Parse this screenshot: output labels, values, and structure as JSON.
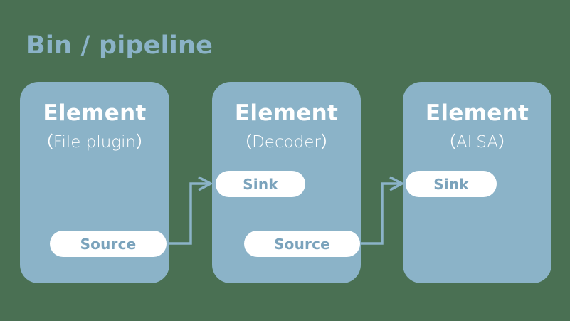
{
  "diagram": {
    "title": "Bin / pipeline",
    "background_color": "#4a7053",
    "accent_color": "#8bb3c8",
    "box_fill_color": "#8bb3c8",
    "pad_fill_color": "#ffffff",
    "pad_text_color": "#7ba3bc",
    "title_text_color": "#8bb3c8",
    "element_text_color": "#ffffff",
    "elements": [
      {
        "id": "file-plugin",
        "title": "Element",
        "subtitle": "（File plugin）",
        "pads": [
          {
            "type": "source",
            "label": "Source"
          }
        ]
      },
      {
        "id": "decoder",
        "title": "Element",
        "subtitle": "（Decoder）",
        "pads": [
          {
            "type": "sink",
            "label": "Sink"
          },
          {
            "type": "source",
            "label": "Source"
          }
        ]
      },
      {
        "id": "alsa",
        "title": "Element",
        "subtitle": "（ALSA）",
        "pads": [
          {
            "type": "sink",
            "label": "Sink"
          }
        ]
      }
    ],
    "connections": [
      {
        "id": "file-to-decoder",
        "from": "file-plugin.source",
        "to": "decoder.sink"
      },
      {
        "id": "decoder-to-alsa",
        "from": "decoder.source",
        "to": "alsa.sink"
      }
    ]
  }
}
